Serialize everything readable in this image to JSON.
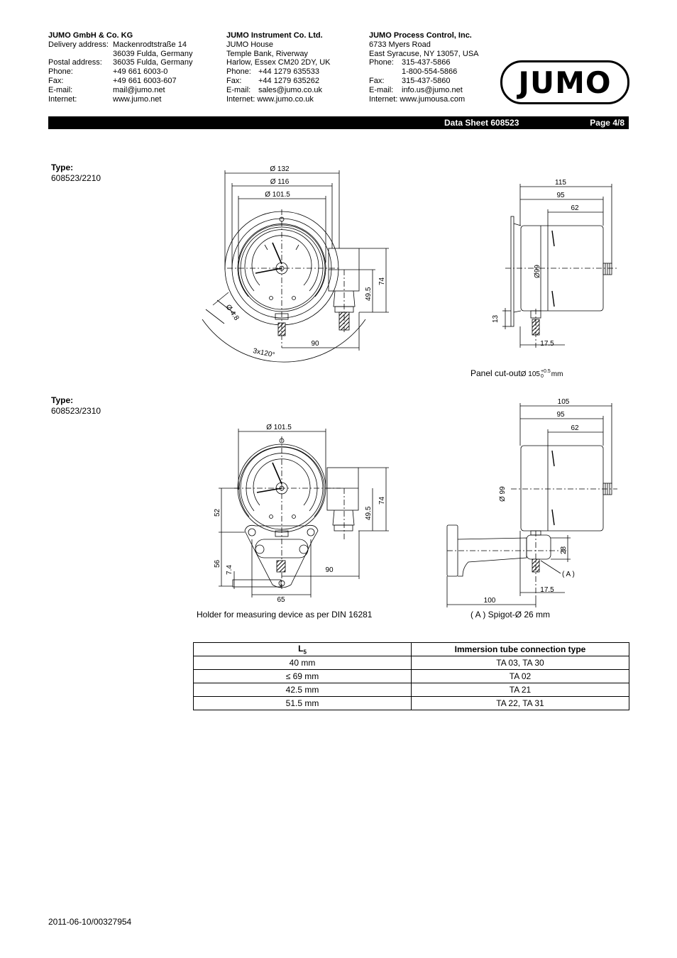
{
  "header": {
    "companies": [
      {
        "name": "JUMO GmbH & Co. KG",
        "rows": [
          [
            "Delivery address:",
            "Mackenrodtstraße 14"
          ],
          [
            "",
            "36039 Fulda, Germany"
          ],
          [
            "Postal address:",
            "36035 Fulda, Germany"
          ],
          [
            "Phone:",
            "+49 661 6003-0"
          ],
          [
            "Fax:",
            "+49 661 6003-607"
          ],
          [
            "E-mail:",
            "mail@jumo.net"
          ],
          [
            "Internet:",
            "www.jumo.net"
          ]
        ]
      },
      {
        "name": "JUMO Instrument Co. Ltd.",
        "rows": [
          [
            "",
            "JUMO House"
          ],
          [
            "",
            "Temple Bank, Riverway"
          ],
          [
            "",
            "Harlow, Essex CM20 2DY, UK"
          ],
          [
            "Phone:",
            "+44 1279 635533"
          ],
          [
            "Fax:",
            "+44 1279 635262"
          ],
          [
            "E-mail:",
            "sales@jumo.co.uk"
          ],
          [
            "Internet:",
            "www.jumo.co.uk"
          ]
        ]
      },
      {
        "name": "JUMO Process Control, Inc.",
        "rows": [
          [
            "",
            "6733 Myers Road"
          ],
          [
            "",
            "East Syracuse, NY 13057, USA"
          ],
          [
            "Phone:",
            "315-437-5866"
          ],
          [
            "",
            "1-800-554-5866"
          ],
          [
            "Fax:",
            "315-437-5860"
          ],
          [
            "E-mail:",
            "info.us@jumo.net"
          ],
          [
            "Internet:",
            "www.jumousa.com"
          ]
        ]
      }
    ],
    "logo_text": "JUMO",
    "datasheet": "Data Sheet 608523",
    "page": "Page 4/8"
  },
  "type1": {
    "label": "Type:",
    "value": "608523/2210"
  },
  "type2": {
    "label": "Type:",
    "value": "608523/2310"
  },
  "drawing1": {
    "d132": "Ø 132",
    "d116": "Ø 116",
    "d101": "Ø 101.5",
    "d48": "Ø 4.8",
    "angle": "3x120°",
    "l90": "90",
    "h495": "49.5",
    "h74": "74",
    "w115": "115",
    "w95": "95",
    "w62": "62",
    "d99": "Ø99",
    "h13": "13",
    "w175": "17.5",
    "cutout_label": "Panel cut-out",
    "cutout_value": "Ø 105",
    "cutout_tol": "+0.5",
    "cutout_tol2": "0",
    "cutout_unit": "mm"
  },
  "drawing2": {
    "d101": "Ø 101.5",
    "h52": "52",
    "h56": "56",
    "h74s": "7.4",
    "l90": "90",
    "w65": "65",
    "h495": "49.5",
    "h74": "74",
    "w105": "105",
    "w95": "95",
    "w62": "62",
    "d99": "Ø 99",
    "h28": "28",
    "a": "( A )",
    "w175": "17.5",
    "w100": "100",
    "holder_caption": "Holder for measuring device as per DIN 16281",
    "spigot_caption": "( A ) Spigot-Ø 26 mm"
  },
  "table": {
    "header_l": "L",
    "header_l_sub": "5",
    "header_type": "Immersion tube connection type",
    "rows": [
      {
        "l": "40 mm",
        "type": "TA 03, TA 30"
      },
      {
        "l": "≤ 69 mm",
        "type": "TA 02"
      },
      {
        "l": "42.5 mm",
        "type": "TA 21"
      },
      {
        "l": "51.5 mm",
        "type": "TA 22, TA 31"
      }
    ]
  },
  "footer": "2011-06-10/00327954"
}
